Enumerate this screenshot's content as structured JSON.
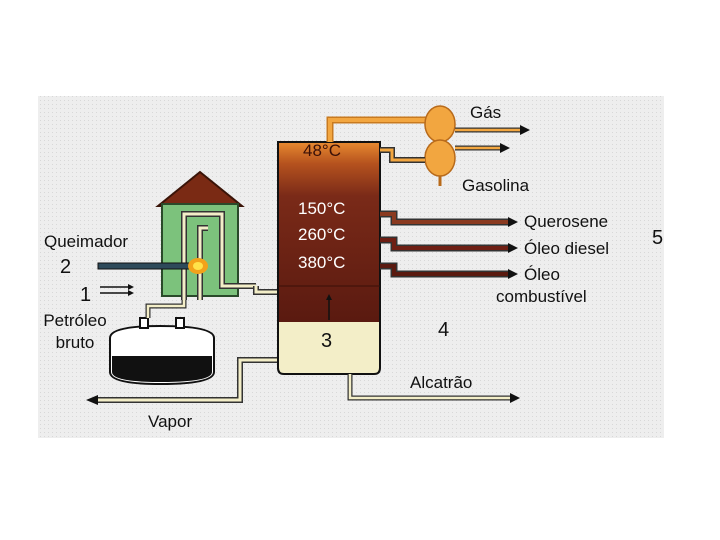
{
  "labels": {
    "queimador": "Queimador",
    "petroleo_line1": "Petróleo",
    "petroleo_line2": "bruto",
    "vapor": "Vapor",
    "gas": "Gás",
    "gasolina": "Gasolina",
    "querosene": "Querosene",
    "oleo_diesel": "Óleo diesel",
    "oleo_line1": "Óleo",
    "oleo_line2": "combustível",
    "alcatrao": "Alcatrão"
  },
  "temperatures": {
    "t1": "48°C",
    "t2": "150°C",
    "t3": "260°C",
    "t4": "380°C"
  },
  "numbers": {
    "n1": "1",
    "n2": "2",
    "n3": "3",
    "n4": "4",
    "n5": "5"
  },
  "colors": {
    "background": "#eeeeee",
    "tower_top": "#e07a2a",
    "tower_mid": "#6e1f14",
    "tower_bottom": "#f3eec8",
    "furnace_green": "#7cc27c",
    "furnace_roof": "#7a2a14",
    "pipe_orange": "#e8962e",
    "pipe_dark": "#7a2a1a",
    "crude": "#111111"
  }
}
